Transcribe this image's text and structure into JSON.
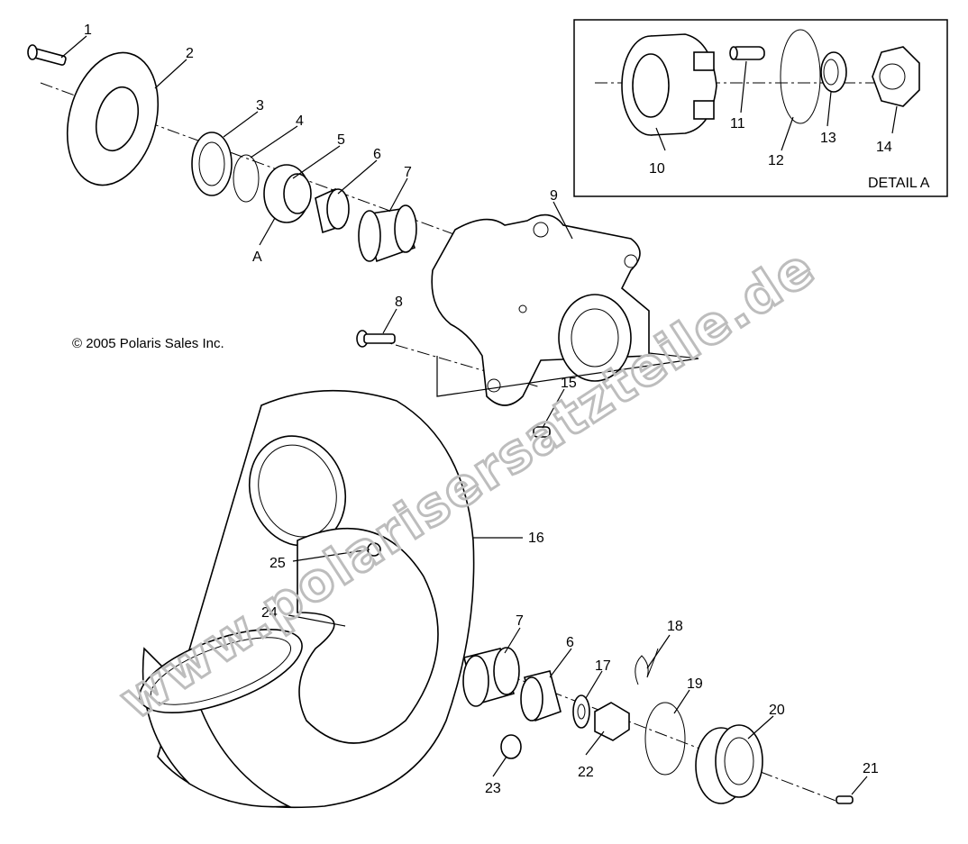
{
  "copyright": "© 2005 Polaris Sales Inc.",
  "watermark": "www.polarisersatzteile.de",
  "detail": {
    "title": "DETAIL A",
    "ref": "A"
  },
  "callouts": [
    "1",
    "2",
    "3",
    "4",
    "5",
    "6",
    "7",
    "8",
    "9",
    "10",
    "11",
    "12",
    "13",
    "14",
    "15",
    "16",
    "17",
    "18",
    "19",
    "20",
    "21",
    "22",
    "23",
    "24",
    "25"
  ]
}
